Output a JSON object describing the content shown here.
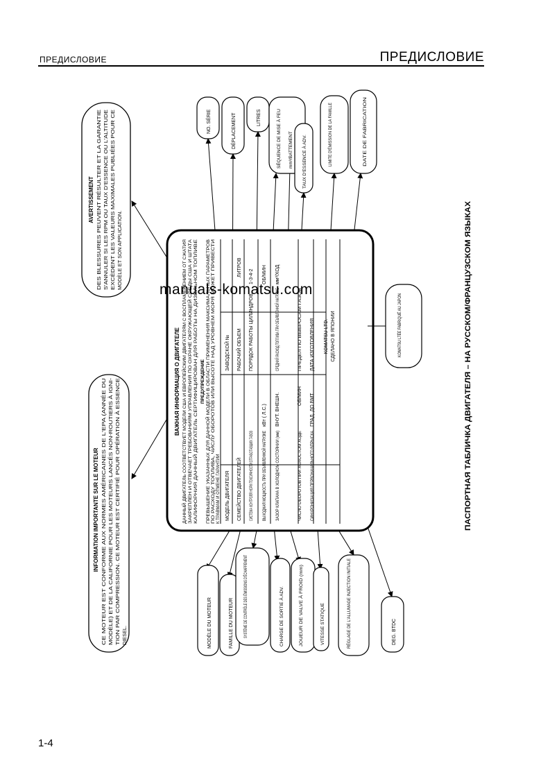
{
  "header": {
    "left": "ПРЕДИСЛОВИЕ",
    "right": "ПРЕДИСЛОВИЕ"
  },
  "page_number": "1-4",
  "watermark": "manuals-komatsu.com",
  "caption": "ПАСПОРТНАЯ ТАБЛИЧКА ДВИГАТЕЛЯ – НА РУССКОМ/ФРАНЦУЗСКОМ ЯЗЫКАХ",
  "notice_important": {
    "title": "INFORMATION IMPORTANTE SUR LE MOTEUR",
    "lines": [
      "CE MOTEUR EST CONFORME AUX NORMES AMÉRICAINES DE L'EPA (ANNÉE DU",
      "MODÈLE) ET DE LA CALIFORNIE POUR LES MOTEURS LANCÉS NON-ROUTIERS À IGNI-",
      "TION PAR COMPRESSION. CE MOTEUR EST CERTIFIÉ POUR OPÉRATION À ESSENCE",
      "DIESEL."
    ]
  },
  "notice_warning": {
    "title": "AVERTISSEMENT",
    "lines": [
      "DES BLESSURES PEUVENT RÉSULTER ET LA GARANTIE",
      "S'ANNULER SI LES RPM OU TAUX D'ESSENCE OU L'ALTITUDE",
      "EXCÈDENT LES VALEURS MAXIMALES PUBLIÉES POUR CE",
      "MODÈLE ET SON APPLICATION."
    ]
  },
  "plate": {
    "title": "ВАЖНАЯ ИНФОРМАЦИЯ О ДВИГАТЕЛЕ",
    "intro": [
      "ДАННЫЙ ДВИГАТЕЛЬ СООТВЕТСТВУЕТ МОДЕЛИ США И ЕВРОПЕЙСКИМ ДВИГАТЕЛЯМ С ВОСПЛАМЕНЕНИЕМ ОТ СЖАТИЯ",
      "ЗАКРЕПЛЕН И ОТВЕЧАЕТ ТРЕБОВАНИЯМ УПРАВЛЕНИЯ ПО ОХРАНЕ ОКРУЖАЮЩЕЙ СРЕДЫ США И ШТАТА",
      "КАЛИФОРНИЯ ДАННЫЙ ДВИГАТЕЛЬ СЕРТИФИЦИРОВАН ДЛЯ РАБОТЫ НА ДИЗЕЛЬНОМ ТОПЛИВЕ"
    ],
    "warning_title": "ПРЕДУПРЕЖДЕНИЕ",
    "warning": [
      "ПРЕВЫШЕНИЕ УКАЗАННЫХ ДЛЯ ДАННОЙ МОДЕЛИ В ОБЛАСТИ ПРИМЕНЕНИЯ МАКСИМАЛЬНЫХ ПАРАМЕТРОВ",
      "ПО РАСХОДУ ТОПЛИВА, ЧИСЛУ ОБОРОТОВ ИЛИ ВЫСОТЕ НАД УРОВНЕМ МОРЯ МОЖЕТ ПРИВЕСТИ",
      "К ТРАВМАМ И ОТМЕНЕ ГАРАНТИИ"
    ],
    "rows": [
      {
        "label": "МОДЕЛЬ ДВИГАТЕЛЯ",
        "col2": "",
        "col3": "ЗАВОДСКОЙ №",
        "col4": ""
      },
      {
        "label": "СЕМЕЙСТВО ДВИГАТЕЛЕЙ",
        "col2": "",
        "col3": "РАБОЧИЙ ОБЪЕМ",
        "col4": "ЛИТРОВ"
      },
      {
        "label": "СИСТЕМА КОНТРОЛЯ НОРМ ТОКСИЧНОСТИ ОТРАБОТАВШИХ ГАЗОВ",
        "col2": "",
        "col3": "ПОРЯДОК РАБОТЫ ЦИЛИНДРОВ",
        "col4": "1-3-4-2"
      },
      {
        "label": "ВЫХОДНАЯ МОЩНОСТЬ ПРИ ОБЪЯВЛЕННОЙ НАГРУЗКЕ",
        "col2": "кВт (   Л.С.)",
        "col3": "",
        "col4": "ОБ/МИН"
      },
      {
        "label": "ЗАЗОР КЛАПАНА В ХОЛОДНОМ СОСТОЯНИИ (мм)",
        "col2": "ВНУТ.   ВНЕШН.",
        "col3": "СРЕДНИЙ РАСХОД ТОПЛИВА ПРИ ОБЪЯВЛЕННОЙ НАГРУЗКЕ",
        "col4": "мм³/ХОД"
      },
      {
        "label": "ЧИСЛО ОБОРОТОВ ПРИ ХОЛОСТОМ ХОДЕ",
        "col2": "ОБ/МИН",
        "col3": "ПРЕДЕЛ ПО ВЫБРОСАМ ГАЗОВ",
        "col4": ""
      },
      {
        "label": "СИНХРОНИЗАЦИЯ ПЕРВОНАЧАЛЬНОГО ВПРЫСКА",
        "col2": "ГРАД. ДО ВМТ",
        "col3": "ДАТА ИЗГОТОВЛЕНИЯ",
        "col4": ""
      }
    ],
    "maker": "KOMATSU LTD.",
    "made_in": "СДЕЛАНО В ЯПОНИИ"
  },
  "callouts_top": [
    "NO. SÉRIE",
    "DÉPLACEMENT",
    "LITRES",
    "SÉQUENCE DE MISE À FEU",
    "mm³/BATTEMENT",
    "TAUX D'ESSENCE À ADV.",
    "LIMITE D'ÉMISSION DE LA FAMILLE",
    "DATE DE FABRICATION"
  ],
  "callouts_bottom": [
    "MODÈLE DU MOTEUR",
    "FAMILLE DU MOTEUR",
    "SYSTÈME DE CONTRÔLE DES ÉMISSIONS D'ÉCHAPPEMENT",
    "CHARGE DE SORTIE À ADV.",
    "JOUEUR DE VALVE À FROID (mm)",
    "VITESSE STATIQUE",
    "RÉGLAGE DE L'ALLUMAGE INJECTION INITIALE",
    "DEG. BTDC"
  ],
  "callout_right": "KOMATSU LTÉE FABRIQUÉ AU JAPON"
}
